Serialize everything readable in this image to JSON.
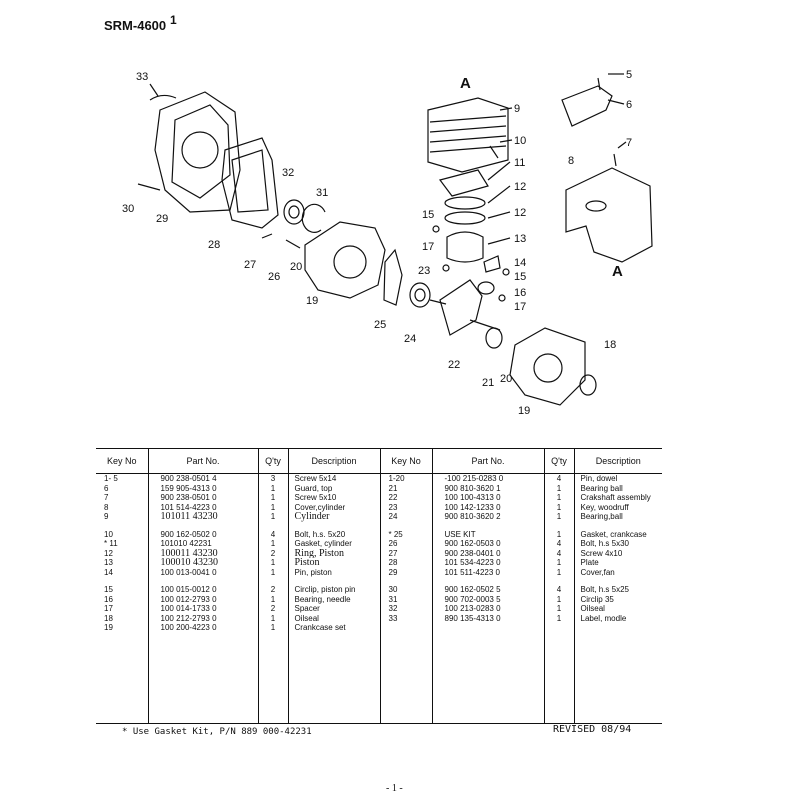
{
  "header": {
    "title": "SRM-4600",
    "page_mark": "1"
  },
  "diagram": {
    "callouts": [
      "33",
      "30",
      "29",
      "28",
      "27",
      "26",
      "20",
      "19",
      "32",
      "31",
      "25",
      "24",
      "A",
      "9",
      "10",
      "11",
      "12",
      "12",
      "13",
      "14",
      "15",
      "15",
      "16",
      "17",
      "17",
      "23",
      "22",
      "21",
      "20",
      "19",
      "18",
      "5",
      "6",
      "7",
      "8",
      "A"
    ]
  },
  "table": {
    "headers": [
      "Key No",
      "Part No.",
      "Q'ty",
      "Description",
      "Key No",
      "Part No.",
      "Q'ty",
      "Description"
    ],
    "rows": [
      {
        "l": [
          "1- 5",
          "900 238-0501 4",
          "3",
          "Screw 5x14"
        ],
        "r": [
          "1-20",
          "-100 215-0283 0",
          "4",
          "Pin, dowel"
        ]
      },
      {
        "l": [
          "6",
          "159 905-4313 0",
          "1",
          "Guard, top"
        ],
        "r": [
          "21",
          "900 810-3620 1",
          "1",
          "Bearing ball"
        ]
      },
      {
        "l": [
          "7",
          "900 238-0501 0",
          "1",
          "Screw 5x10"
        ],
        "r": [
          "22",
          "100 100-4313 0",
          "1",
          "Crakshaft assembly"
        ]
      },
      {
        "l": [
          "8",
          "101 514-4223 0",
          "1",
          "Cover,cylinder"
        ],
        "r": [
          "23",
          "100 142-1233 0",
          "1",
          "Key, woodruff"
        ]
      },
      {
        "l": [
          "9",
          "101011 43230",
          "1",
          "Cylinder"
        ],
        "r": [
          "24",
          "900 810-3620 2",
          "1",
          "Bearing,ball"
        ],
        "big": true
      },
      {
        "gap": true
      },
      {
        "l": [
          "10",
          "900 162-0502 0",
          "4",
          "Bolt, h.s. 5x20"
        ],
        "r": [
          "* 25",
          "USE KIT",
          "1",
          "Gasket, crankcase"
        ]
      },
      {
        "l": [
          "* 11",
          "101010 42231",
          "1",
          "Gasket, cylinder"
        ],
        "r": [
          "26",
          "900 162-0503 0",
          "4",
          "Bolt, h.s  5x30"
        ]
      },
      {
        "l": [
          "12",
          "100011 43230",
          "2",
          "Ring, Piston"
        ],
        "r": [
          "27",
          "900 238-0401 0",
          "4",
          "Screw 4x10"
        ],
        "bigl": true
      },
      {
        "l": [
          "13",
          "100010 43230",
          "1",
          "Piston"
        ],
        "r": [
          "28",
          "101 534-4223 0",
          "1",
          "Plate"
        ],
        "bigl": true
      },
      {
        "l": [
          "14",
          "100 013-0041 0",
          "1",
          "Pin, piston"
        ],
        "r": [
          "29",
          "101 511-4223 0",
          "1",
          "Cover,fan"
        ]
      },
      {
        "gap": true
      },
      {
        "l": [
          "15",
          "100 015-0012 0",
          "2",
          "Circlip, piston pin"
        ],
        "r": [
          "30",
          "900 162-0502 5",
          "4",
          "Bolt, h.s  5x25"
        ]
      },
      {
        "l": [
          "16",
          "100 012-2793 0",
          "1",
          "Bearing, needle"
        ],
        "r": [
          "31",
          "900 702-0003 5",
          "1",
          "Circlip 35"
        ]
      },
      {
        "l": [
          "17",
          "100 014-1733 0",
          "2",
          "Spacer"
        ],
        "r": [
          "32",
          "100 213-0283 0",
          "1",
          "Oilseal"
        ]
      },
      {
        "l": [
          "18",
          "100 212-2793 0",
          "1",
          "Oilseal"
        ],
        "r": [
          "33",
          "890 135-4313 0",
          "1",
          "Label, modle"
        ]
      },
      {
        "l": [
          "19",
          "100 200-4223 0",
          "1",
          "Crankcase set"
        ],
        "r": [
          "",
          "",
          "",
          ""
        ]
      }
    ]
  },
  "footer": {
    "footnote": "* Use Gasket Kit, P/N 889 000-42231",
    "revised": "REVISED 08/94",
    "page": "- 1 -"
  }
}
